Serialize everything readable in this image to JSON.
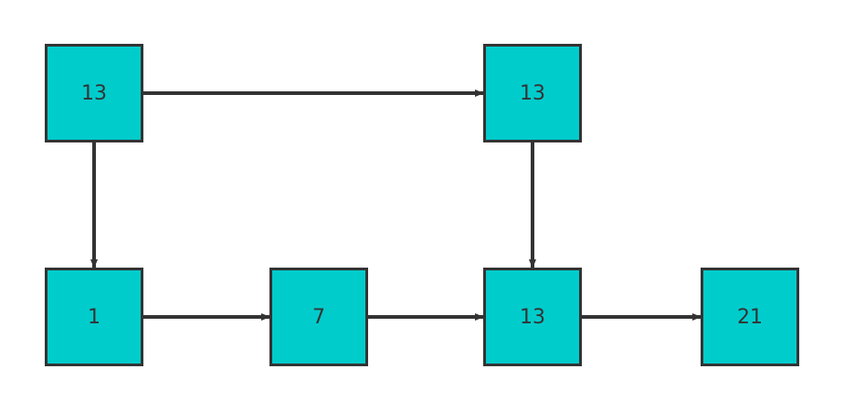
{
  "colors": {
    "node_fill": "#00cccc",
    "node_border": "#333333",
    "edge": "#333333",
    "text": "#333333"
  },
  "nodes": [
    {
      "id": "n1",
      "label": "13"
    },
    {
      "id": "n2",
      "label": "13"
    },
    {
      "id": "n3",
      "label": "1"
    },
    {
      "id": "n4",
      "label": "7"
    },
    {
      "id": "n5",
      "label": "13"
    },
    {
      "id": "n6",
      "label": "21"
    }
  ],
  "edges": [
    {
      "from": "n1",
      "to": "n2"
    },
    {
      "from": "n1",
      "to": "n3"
    },
    {
      "from": "n2",
      "to": "n5"
    },
    {
      "from": "n3",
      "to": "n4"
    },
    {
      "from": "n4",
      "to": "n5"
    },
    {
      "from": "n5",
      "to": "n6"
    }
  ]
}
